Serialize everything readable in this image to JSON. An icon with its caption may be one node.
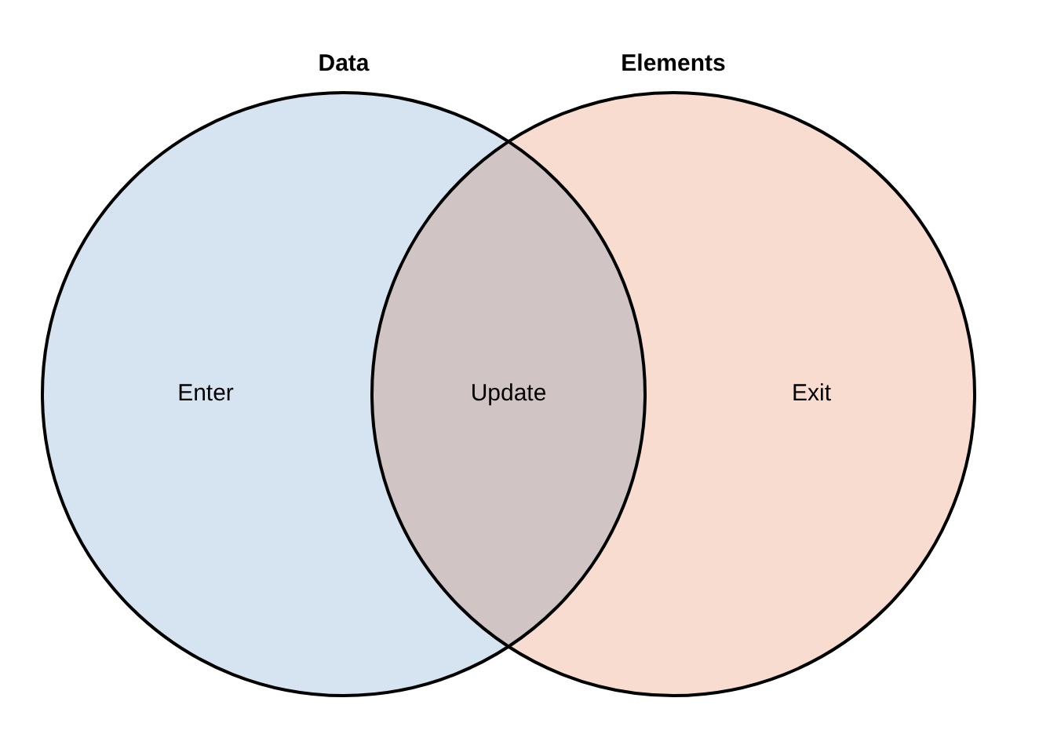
{
  "diagram": {
    "nodes": [
      {
        "text": [
          "Data"
        ]
      },
      {
        "text": [
          "Elements"
        ]
      }
    ],
    "labels": [
      "Enter",
      "Update",
      "Exit"
    ]
  }
}
